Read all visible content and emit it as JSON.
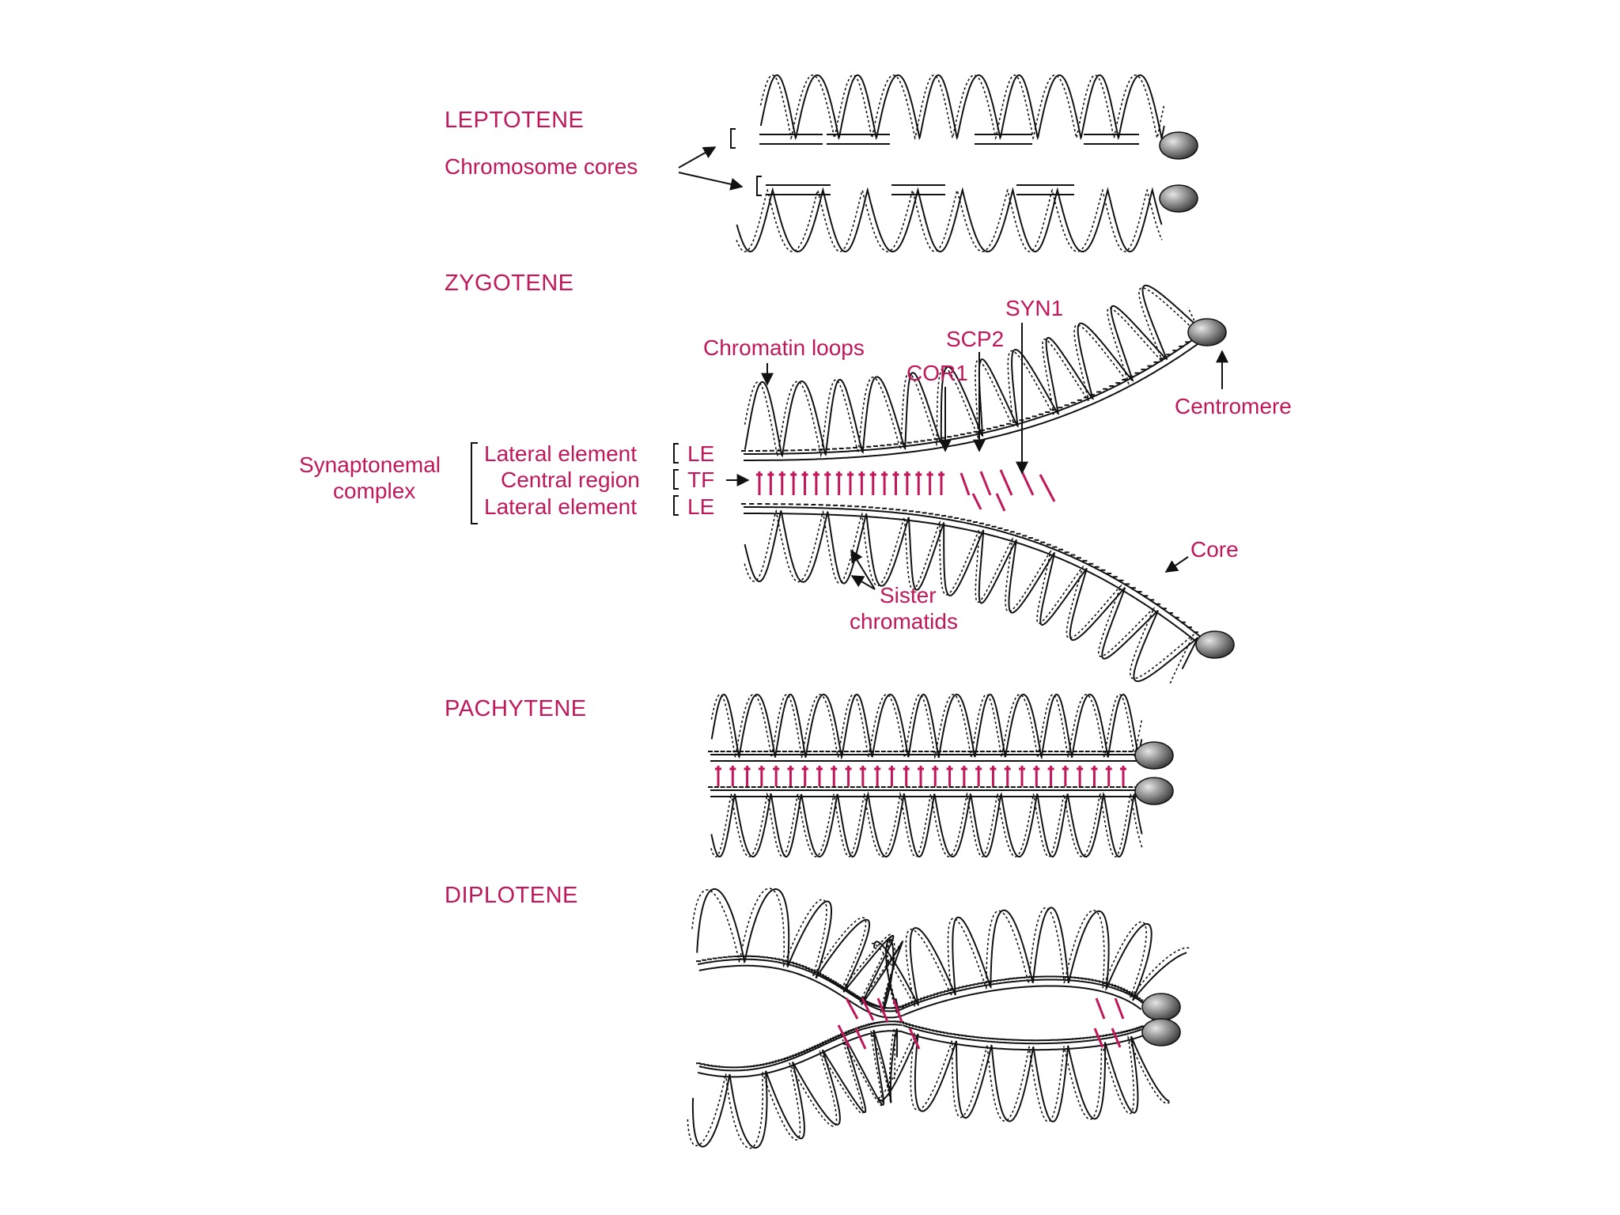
{
  "colors": {
    "label": "#c0185a",
    "transverse_filament": "#c0185a",
    "line": "#111111",
    "centromere_light": "#e6e6e6",
    "centromere_dark": "#3a3a3a"
  },
  "stages": {
    "leptotene": "LEPTOTENE",
    "zygotene": "ZYGOTENE",
    "pachytene": "PACHYTENE",
    "diplotene": "DIPLOTENE"
  },
  "labels": {
    "chromosome_cores": "Chromosome cores",
    "chromatin_loops": "Chromatin loops",
    "scp2": "SCP2",
    "syn1": "SYN1",
    "cor1": "COR1",
    "centromere": "Centromere",
    "synaptonemal": "Synaptonemal",
    "complex": "complex",
    "lateral_element_top": "Lateral element",
    "central_region": "Central region",
    "lateral_element_bottom": "Lateral element",
    "le_top": "LE",
    "tf": "TF",
    "le_bottom": "LE",
    "core": "Core",
    "sister": "Sister",
    "chromatids": "chromatids"
  }
}
